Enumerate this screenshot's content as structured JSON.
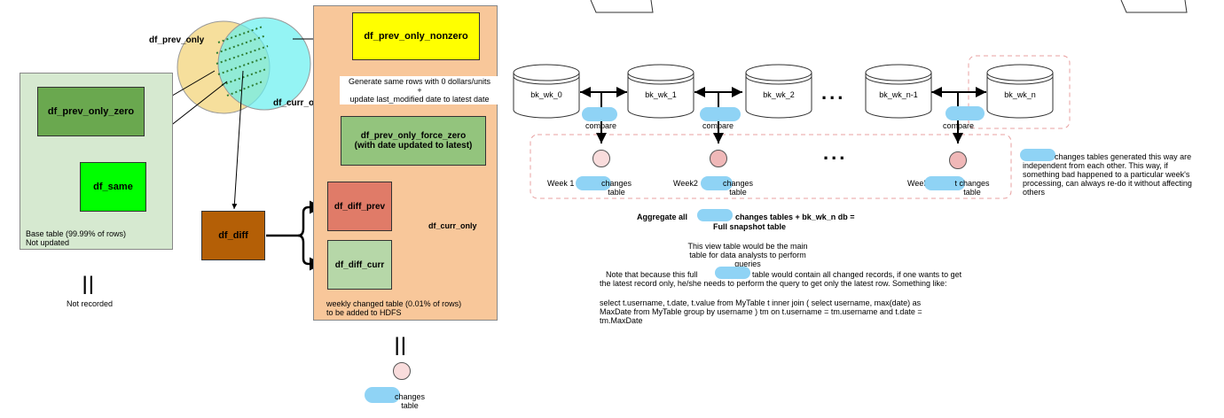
{
  "left": {
    "venn": {
      "prev_label": "df_prev_only",
      "curr_label": "df_curr_only"
    },
    "base_panel": {
      "box_zero": "df_prev_only_zero",
      "box_same": "df_same",
      "note": "Base table (99.99% of rows)\nNot updated"
    },
    "base_equals": "||",
    "base_footer": "Not recorded",
    "diff_box": "df_diff",
    "orange_panel": {
      "nonzero_box": "df_prev_only_nonzero",
      "generate_note": "Generate same rows with 0 dollars/units\n+\nupdate last_modified date to latest date",
      "force_zero_box": "df_prev_only_force_zero\n(with date updated to latest)",
      "diff_prev_box": "df_diff_prev",
      "diff_curr_box": "df_diff_curr",
      "curr_only_label": "df_curr_only",
      "note": "weekly changed table (0.01% of rows)\nto be added to HDFS"
    },
    "orange_equals": "||",
    "changes_table_label": "changes\ntable"
  },
  "right": {
    "databases": [
      "bk_wk_0",
      "bk_wk_1",
      "bk_wk_2",
      "bk_wk_n-1",
      "bk_wk_n"
    ],
    "ellipsis": "...",
    "compare_labels": [
      "compare",
      "compare",
      "compare"
    ],
    "week_labels": [
      "Week 1",
      "Week2",
      "Week"
    ],
    "week_suffix": [
      "changes\ntable",
      "changes\ntable",
      "t changes\ntable"
    ],
    "side_note": "changes tables generated this way are\nindependent from each other. This way, if\nsomething bad happened to a particular week's\nprocessing, can always re-do it without affecting\nothers",
    "aggregate_prefix": "Aggregate all",
    "aggregate_suffix": "changes tables + bk_wk_n db =",
    "aggregate_line2": "Full snapshot table",
    "view_note": "This view table would be the main\ntable for data analysts to perform\nqueries",
    "note_prefix": "Note that because this full",
    "note_rest": "table would contain all changed records, if one wants to get\nthe latest record only, he/she needs to perform the query to get only the latest row. Something like:",
    "sql": "select t.username, t.date, t.value from MyTable t inner join ( select username, max(date) as\nMaxDate from MyTable group by username ) tm on t.username = tm.username and t.date =\ntm.MaxDate"
  },
  "colors": {
    "venn_yellow": "#f5d98b",
    "venn_cyan": "#66f0f0",
    "base_panel_bg": "#d6e9d0",
    "dark_green": "#6aa84f",
    "bright_green": "#00ff00",
    "orange_panel_bg": "#f8c79a",
    "yellow_box": "#ffff00",
    "force_zero_green": "#93c47d",
    "diff_brown": "#b45f06",
    "diff_prev_red": "#e07b68",
    "diff_curr_green": "#b6d7a8",
    "pink_circle": "#f9dcdc",
    "redact_blue": "#8fd3f5"
  }
}
